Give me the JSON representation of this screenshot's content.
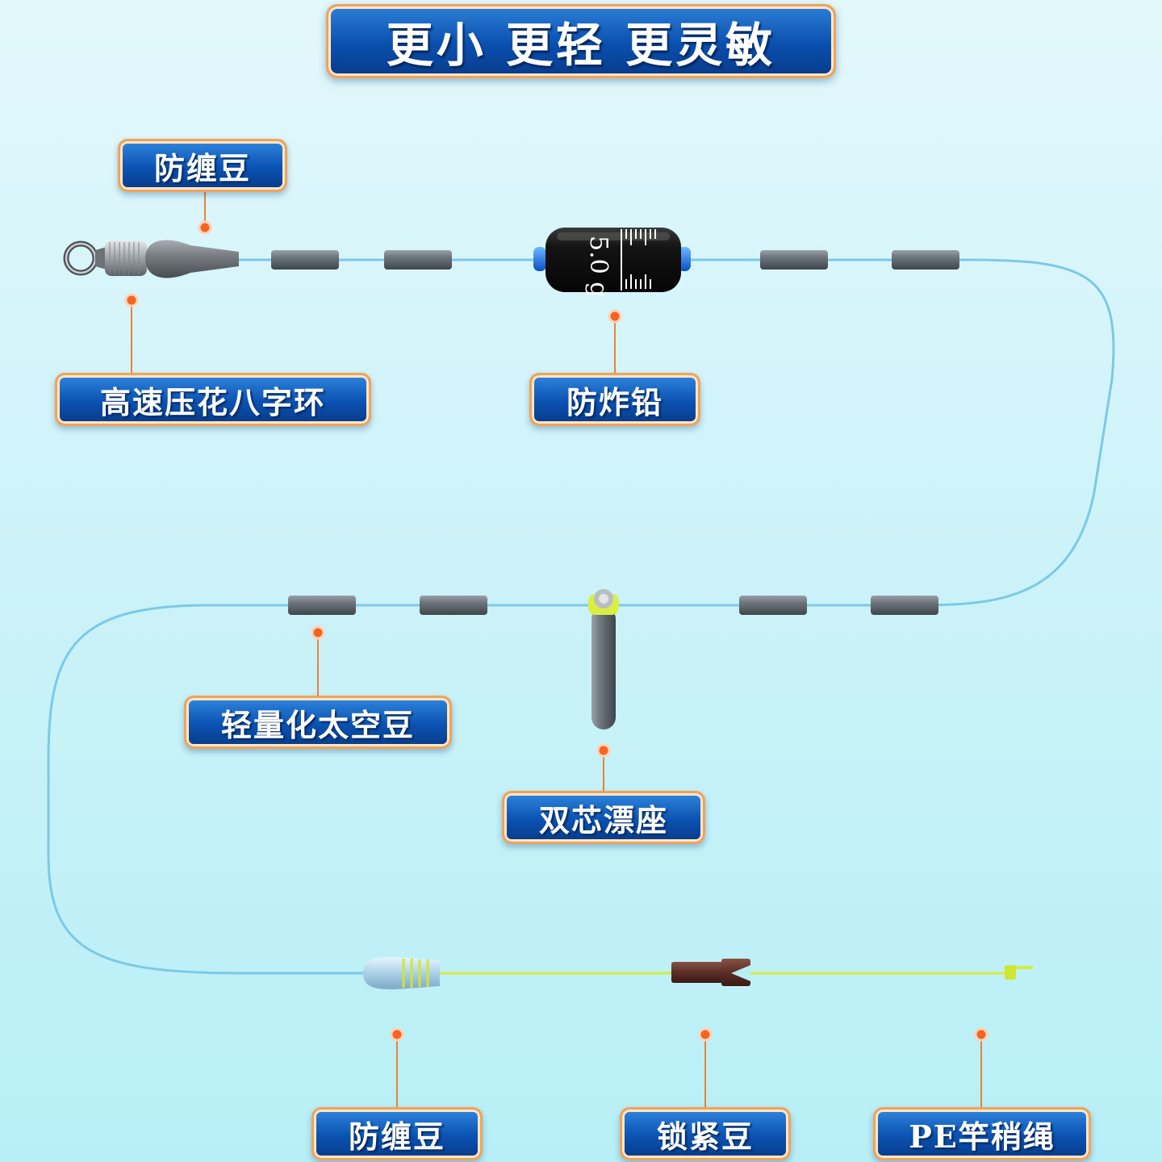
{
  "title": "更小 更轻 更灵敏",
  "sinker_marking": "5.0 g",
  "labels": {
    "anti_tangle_top": "防缠豆",
    "swivel": "高速压花八字环",
    "sinker": "防炸铅",
    "space_bean": "轻量化太空豆",
    "float_seat": "双芯漂座",
    "anti_tangle_bottom": "防缠豆",
    "lock_bean": "锁紧豆",
    "pe_line": "PE竿稍绳"
  },
  "colors": {
    "line": "#7cc9e6",
    "pe_line": "#d6ec3a",
    "label_fill": "#0b52b2",
    "label_border": "#f0a35a",
    "dot": "#f26522",
    "leader": "#e8833a"
  }
}
